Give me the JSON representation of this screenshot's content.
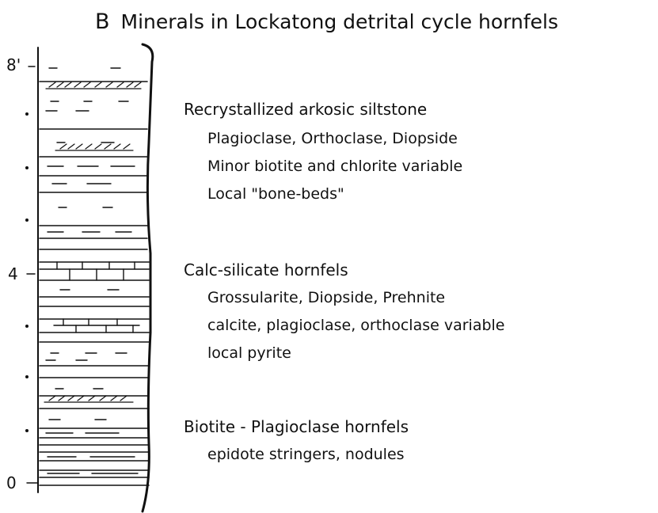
{
  "diagram": {
    "panel_letter": "B",
    "title": "Minerals in Lockatong detrital cycle hornfels",
    "scale": {
      "labels": [
        "8'",
        "4",
        "0"
      ]
    },
    "units": [
      {
        "heading": "Recrystallized arkosic siltstone",
        "lines": [
          "Plagioclase, Orthoclase, Diopside",
          "Minor biotite and chlorite variable",
          "Local \"bone-beds\""
        ]
      },
      {
        "heading": "Calc-silicate hornfels",
        "lines": [
          "Grossularite, Diopside, Prehnite",
          "calcite, plagioclase, orthoclase variable",
          "local pyrite"
        ]
      },
      {
        "heading": "Biotite - Plagioclase hornfels",
        "lines": [
          "epidote stringers, nodules"
        ]
      }
    ]
  }
}
